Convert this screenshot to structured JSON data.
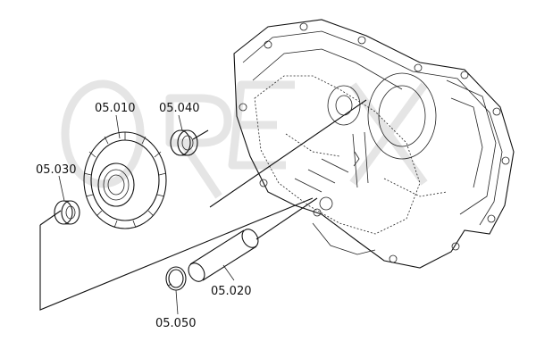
{
  "watermark": "OREX",
  "parts": [
    {
      "id": "05.010",
      "label": "05.010"
    },
    {
      "id": "05.040",
      "label": "05.040"
    },
    {
      "id": "05.030",
      "label": "05.030"
    },
    {
      "id": "05.020",
      "label": "05.020"
    },
    {
      "id": "05.050",
      "label": "05.050"
    }
  ],
  "colors": {
    "line": "#111111",
    "watermark": "#e6e6e6",
    "background": "#ffffff"
  }
}
